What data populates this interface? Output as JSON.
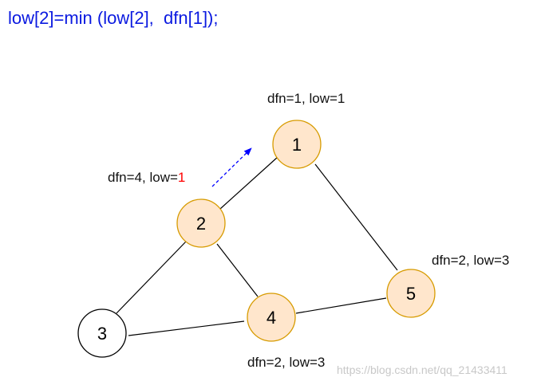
{
  "formula": "low[2]=min (low[2],  dfn[1]);",
  "colors": {
    "formula": "#0a19e0",
    "node_fill": "#ffe6cc",
    "node_stroke": "#d79b00",
    "plain_fill": "#ffffff",
    "plain_stroke": "#000000",
    "highlight": "#ff0000",
    "arrow": "#0000ff"
  },
  "nodes": {
    "n1": "1",
    "n2": "2",
    "n3": "3",
    "n4": "4",
    "n5": "5"
  },
  "labels": {
    "node1": "dfn=1, low=1",
    "node2_prefix": "dfn=4, low=",
    "node2_value": "1",
    "node5": "dfn=2, low=3",
    "node4": "dfn=2, low=3"
  },
  "watermark": "https://blog.csdn.net/qq_21433411"
}
